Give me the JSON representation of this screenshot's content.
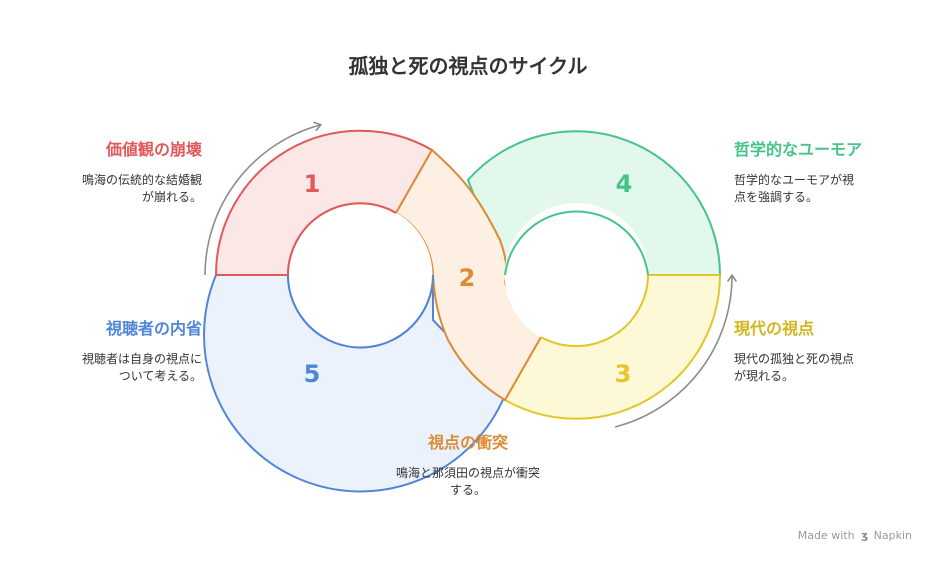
{
  "title": "孤独と死の視点のサイクル",
  "colors": {
    "red": "#e05a59",
    "orange": "#dd8a35",
    "yellow": "#e5c62a",
    "green": "#45c48a",
    "blue": "#4f86d8",
    "arrow": "#8c8c8c"
  },
  "segments": [
    {
      "number": "1",
      "heading": "価値観の崩壊",
      "text_lines": [
        "鳴海の伝統的な結婚観",
        "が崩れる。"
      ]
    },
    {
      "number": "2",
      "heading": "視点の衝突",
      "text_lines": [
        "鳴海と那須田の視点が衝突",
        "する。"
      ]
    },
    {
      "number": "3",
      "heading": "現代の視点",
      "text_lines": [
        "現代の孤独と死の視点",
        "が現れる。"
      ]
    },
    {
      "number": "4",
      "heading": "哲学的なユーモア",
      "text_lines": [
        "哲学的なユーモアが視",
        "点を強調する。"
      ]
    },
    {
      "number": "5",
      "heading": "視聴者の内省",
      "text_lines": [
        "視聴者は自身の視点に",
        "ついて考える。"
      ]
    }
  ],
  "watermark": {
    "prefix": "Made with",
    "brand": "Napkin"
  }
}
